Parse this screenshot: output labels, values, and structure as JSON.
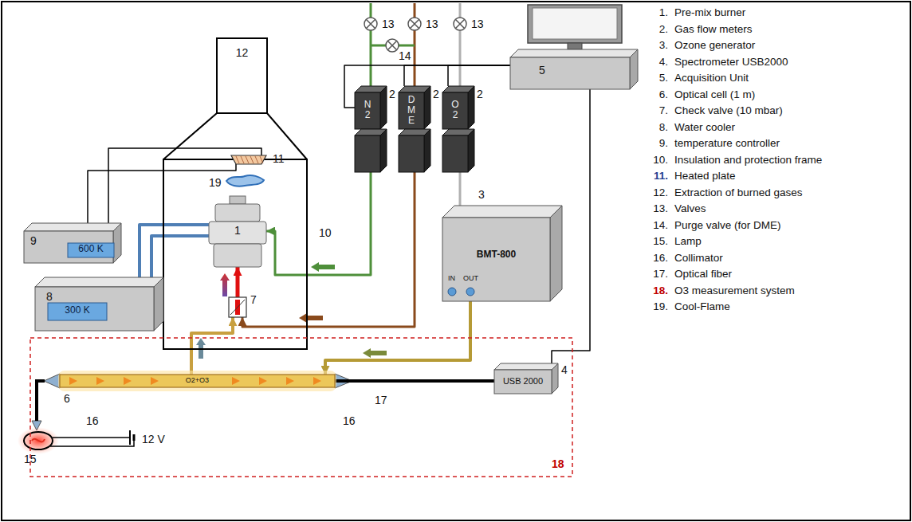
{
  "diagram": {
    "nodes": [
      {
        "text": [
          "10"
        ]
      },
      {
        "text": [
          "12"
        ]
      },
      {
        "text": [
          "11"
        ],
        "in": 0
      },
      {
        "text": [
          "1"
        ],
        "in": 0
      },
      {
        "text": [
          "7"
        ],
        "in": 0
      },
      {
        "text": [
          "9",
          "600 K"
        ]
      },
      {
        "text": [
          "8",
          "300 K"
        ]
      },
      {
        "text": [
          "2",
          "N 2"
        ]
      },
      {
        "text": [
          "2",
          "D M E"
        ]
      },
      {
        "text": [
          "2",
          "O 2"
        ]
      },
      {
        "text": [
          "3",
          "BMT-800",
          "IN",
          "OUT"
        ]
      },
      {
        "text": [
          "5"
        ]
      },
      {
        "text": [
          "18"
        ]
      },
      {
        "text": [
          "O2+O3",
          "6"
        ],
        "in": 12
      },
      {
        "text": [
          "USB 2000",
          "4"
        ],
        "in": 12
      }
    ],
    "edges": [
      {
        "from": 7,
        "to": 3,
        "arrow": "to"
      },
      {
        "from": 8,
        "to": 4,
        "arrow": "to"
      },
      {
        "from": 10,
        "to": 13,
        "arrow": "to"
      },
      {
        "from": 13,
        "to": 4,
        "arrow": "to"
      },
      {
        "from": 4,
        "to": 3,
        "arrow": "to"
      },
      {
        "from": 6,
        "to": 3,
        "arrow": "none"
      },
      {
        "from": 6,
        "to": 3,
        "arrow": "none"
      },
      {
        "from": 5,
        "to": 2,
        "arrow": "none"
      },
      {
        "from": 5,
        "to": 2,
        "arrow": "none"
      },
      {
        "from": 11,
        "to": 14,
        "arrow": "none"
      },
      {
        "from": 11,
        "to": 7,
        "arrow": "none"
      },
      {
        "from": 11,
        "to": 8,
        "arrow": "none"
      },
      {
        "from": 11,
        "to": 9,
        "arrow": "none"
      },
      {
        "from": 9,
        "to": 10,
        "arrow": "none"
      },
      {
        "from": 13,
        "to": 14,
        "arrow": "none"
      }
    ],
    "labels": [
      "13",
      "13",
      "13",
      "14",
      "19",
      "16",
      "16",
      "17",
      "15",
      "12 V",
      "1.",
      "Pre-mix burner",
      "2.",
      "Gas flow meters",
      "3.",
      "Ozone generator",
      "4.",
      "Spectrometer USB2000",
      "5.",
      "Acquisition Unit",
      "6.",
      "Optical cell (1 m)",
      "7.",
      "Check valve (10 mbar)",
      "8.",
      "Water cooler",
      "9.",
      "temperature controller",
      "10.",
      "Insulation and protection frame",
      "11.",
      "Heated plate",
      "12.",
      "Extraction of burned gases",
      "13.",
      "Valves",
      "14.",
      "Purge valve (for DME)",
      "15.",
      "Lamp",
      "16.",
      "Collimator",
      "17.",
      "Optical fiber",
      "18.",
      "O3 measurement system",
      "19.",
      "Cool-Flame"
    ]
  }
}
